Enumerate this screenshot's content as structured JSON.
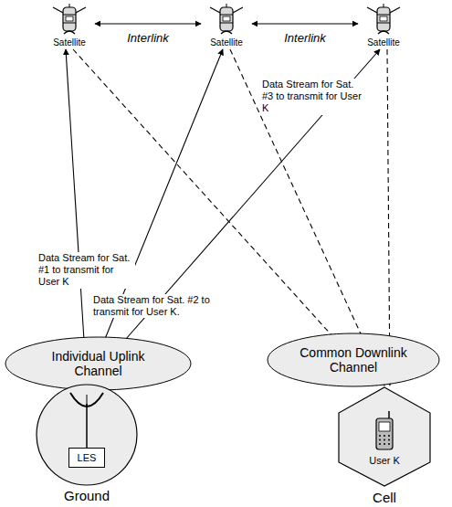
{
  "diagram": {
    "nodes": [
      {
        "text": [
          "Satellite"
        ]
      },
      {
        "text": [
          "Satellite"
        ]
      },
      {
        "text": [
          "Satellite"
        ]
      },
      {
        "text": [
          "Individual Uplink Channel"
        ]
      },
      {
        "text": [
          "Common Downlink Channel"
        ]
      },
      {
        "text": [
          "Ground"
        ]
      },
      {
        "text": [
          "LES"
        ],
        "in": 5
      },
      {
        "text": [
          "User K",
          "Cell"
        ]
      }
    ],
    "edges": [
      {
        "from": 0,
        "to": 1,
        "arrow": "both",
        "label": "Interlink"
      },
      {
        "from": 1,
        "to": 2,
        "arrow": "both",
        "label": "Interlink"
      },
      {
        "from": 5,
        "to": 0,
        "arrow": "to",
        "label": "Data Stream for Sat. #1 to transmit for User K"
      },
      {
        "from": 5,
        "to": 1,
        "arrow": "to",
        "label": "Data Stream for Sat. #2 to transmit for User K."
      },
      {
        "from": 5,
        "to": 2,
        "arrow": "to",
        "label": "Data Stream for Sat. #3 to transmit for User K"
      },
      {
        "from": 0,
        "to": 7,
        "arrow": "to"
      },
      {
        "from": 1,
        "to": 7,
        "arrow": "to"
      },
      {
        "from": 2,
        "to": 7,
        "arrow": "to"
      }
    ]
  }
}
